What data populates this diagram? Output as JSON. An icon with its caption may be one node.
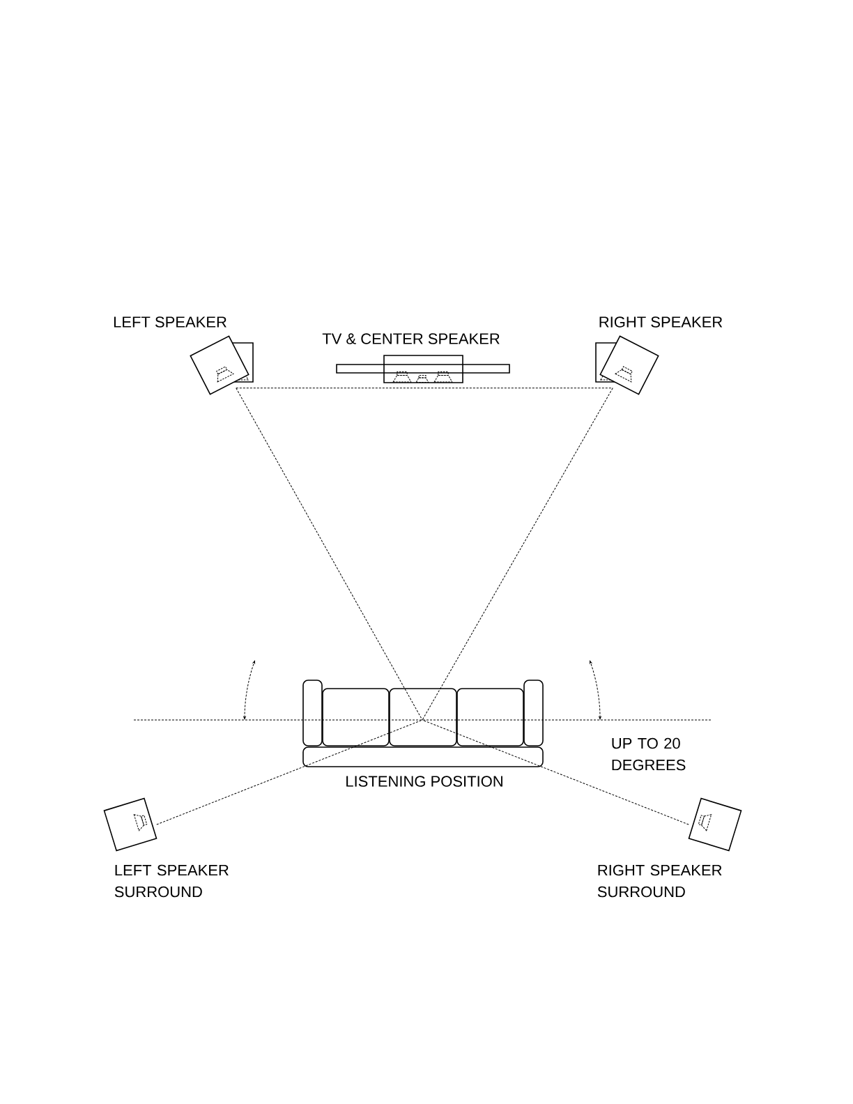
{
  "diagram": {
    "nodes": [
      {
        "text": [
          "LEFT SPEAKER"
        ]
      },
      {
        "text": [
          "TV & CENTER SPEAKER"
        ]
      },
      {
        "text": [
          "RIGHT SPEAKER"
        ]
      },
      {
        "text": [
          "LISTENING POSITION"
        ]
      },
      {
        "text": [
          "LEFT SPEAKER SURROUND"
        ]
      },
      {
        "text": [
          "RIGHT SPEAKER SURROUND"
        ]
      }
    ],
    "edges": [
      {
        "from": 0,
        "to": 2,
        "arrow": "none",
        "style": "dashed"
      },
      {
        "from": 0,
        "to": 3,
        "arrow": "none",
        "style": "dashed"
      },
      {
        "from": 2,
        "to": 3,
        "arrow": "none",
        "style": "dashed"
      },
      {
        "from": 4,
        "to": 3,
        "arrow": "none",
        "style": "dashed"
      },
      {
        "from": 5,
        "to": 3,
        "arrow": "none",
        "style": "dashed"
      }
    ],
    "labels": [
      "UP TO 20 DEGREES"
    ]
  }
}
